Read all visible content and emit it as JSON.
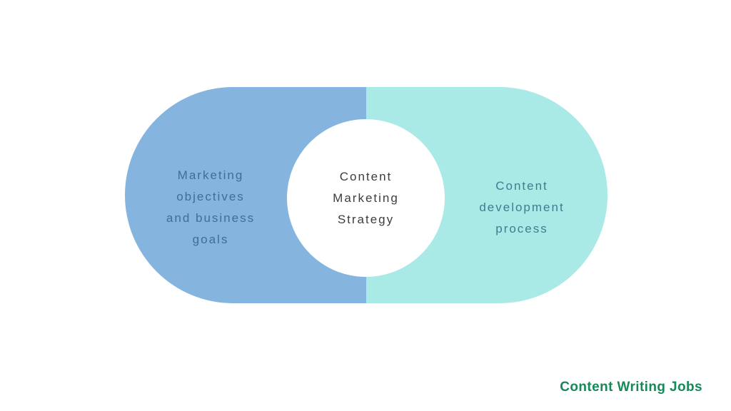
{
  "colors": {
    "background": "#ffffff",
    "left_lobe_fill": "#85b5de",
    "right_lobe_fill": "#a9eae6",
    "center_circle_fill": "#ffffff",
    "left_text": "#3f6e96",
    "right_text": "#3e7d92",
    "center_text": "#3d3d3d",
    "brand_text": "#17885a"
  },
  "diagram": {
    "left": {
      "lines": [
        "Marketing",
        "objectives",
        "and business",
        "goals"
      ]
    },
    "center": {
      "lines": [
        "Content",
        "Marketing",
        "Strategy"
      ]
    },
    "right": {
      "lines": [
        "Content",
        "development",
        "process"
      ]
    }
  },
  "footer": {
    "brand": "Content Writing Jobs"
  }
}
